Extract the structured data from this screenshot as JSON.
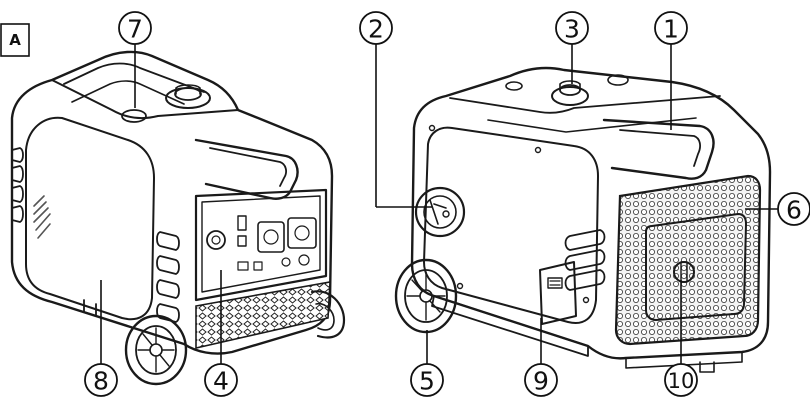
{
  "figure": {
    "label": "A"
  },
  "callouts": [
    {
      "id": "c1",
      "number": "1"
    },
    {
      "id": "c2",
      "number": "2"
    },
    {
      "id": "c3",
      "number": "3"
    },
    {
      "id": "c4",
      "number": "4"
    },
    {
      "id": "c5",
      "number": "5"
    },
    {
      "id": "c6",
      "number": "6"
    },
    {
      "id": "c7",
      "number": "7"
    },
    {
      "id": "c8",
      "number": "8"
    },
    {
      "id": "c9",
      "number": "9"
    },
    {
      "id": "c10",
      "number": "10"
    }
  ],
  "colors": {
    "ink": "#1a1a1a",
    "soft": "#555555",
    "background": "#ffffff"
  }
}
